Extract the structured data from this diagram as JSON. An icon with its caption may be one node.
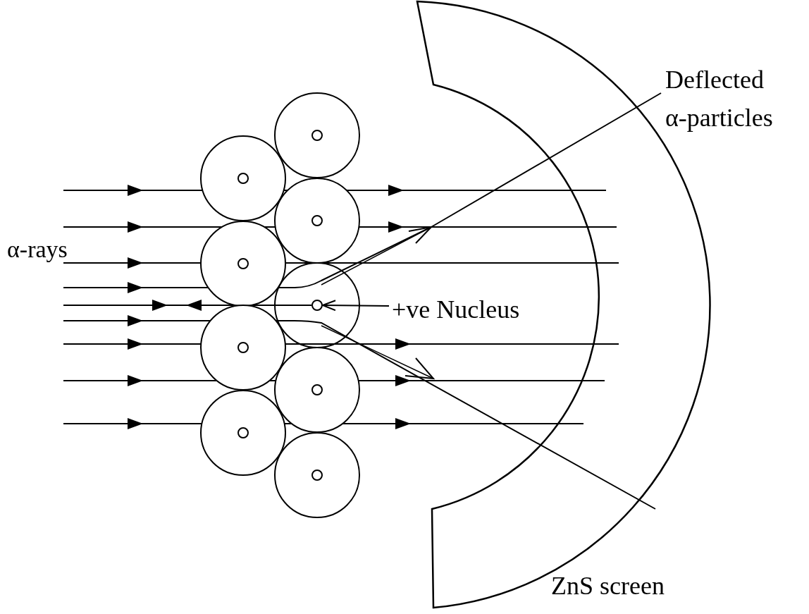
{
  "diagram": {
    "nodes": [
      {
        "text": [
          "+ve Nucleus"
        ]
      },
      {
        "text": [],
        "shape": "circle"
      }
    ],
    "edges": [
      {
        "from": 0,
        "to": 1,
        "arrow": "to"
      }
    ],
    "labels": [
      "Deflected α-particles",
      "α-rays",
      "ZnS screen"
    ]
  }
}
